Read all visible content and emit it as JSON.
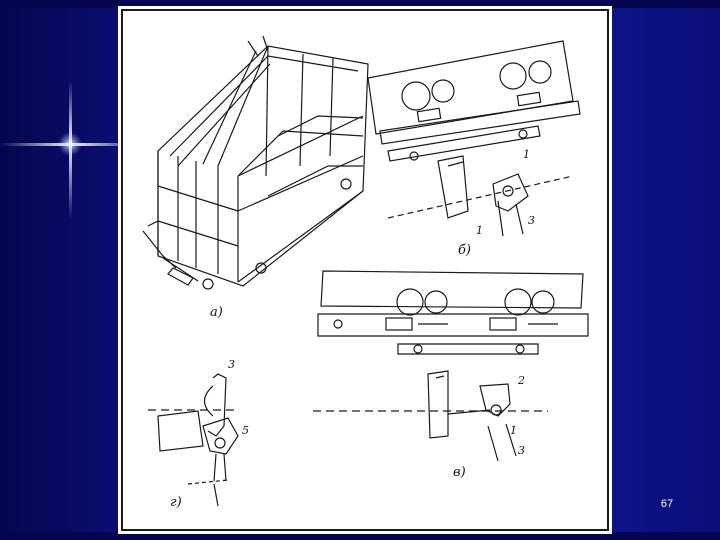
{
  "slide": {
    "page_number": "67",
    "background_color": "#0d0f7e",
    "accent_color": "#ffffff"
  },
  "figure": {
    "panel_labels": {
      "a": "а)",
      "b": "б)",
      "v": "в)",
      "g": "г)"
    },
    "callouts": {
      "b_1": "1",
      "b_2": "1",
      "b_3": "3",
      "v_2": "2",
      "v_1": "1",
      "v_3": "3",
      "g_3": "3",
      "g_5": "5"
    }
  }
}
